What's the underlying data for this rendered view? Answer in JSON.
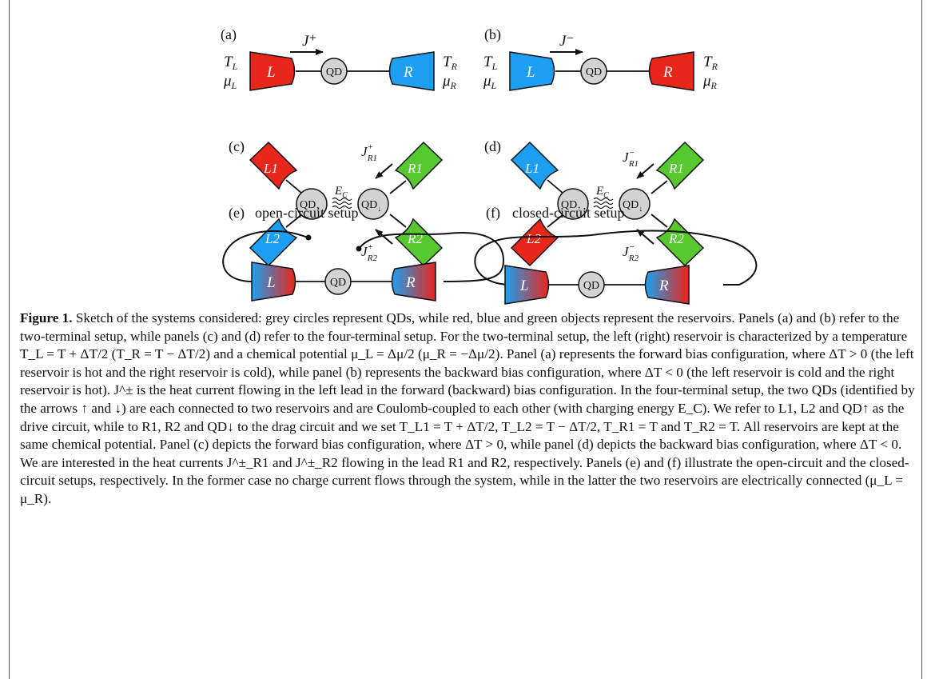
{
  "figure": {
    "panels": {
      "a": {
        "label": "(a)",
        "current": "J⁺",
        "left_T": "T",
        "left_T_sub": "L",
        "left_mu": "μ",
        "left_mu_sub": "L",
        "right_T": "T",
        "right_T_sub": "R",
        "right_mu": "μ",
        "right_mu_sub": "R",
        "left_res": "L",
        "right_res": "R",
        "dot": "QD"
      },
      "b": {
        "label": "(b)",
        "current": "J⁻",
        "left_T": "T",
        "left_T_sub": "L",
        "left_mu": "μ",
        "left_mu_sub": "L",
        "right_T": "T",
        "right_T_sub": "R",
        "right_mu": "μ",
        "right_mu_sub": "R",
        "left_res": "L",
        "right_res": "R",
        "dot": "QD"
      },
      "c": {
        "label": "(c)",
        "res_l1": "L1",
        "res_l2": "L2",
        "res_r1": "R1",
        "res_r2": "R2",
        "dot_up": "QD",
        "dot_up_sub": "↑",
        "dot_down": "QD",
        "dot_down_sub": "↓",
        "coupling": "E",
        "coupling_sub": "C",
        "j_top": "J",
        "j_top_sup": "+",
        "j_top_sub": "R1",
        "j_bottom": "J",
        "j_bottom_sup": "+",
        "j_bottom_sub": "R2"
      },
      "d": {
        "label": "(d)",
        "res_l1": "L1",
        "res_l2": "L2",
        "res_r1": "R1",
        "res_r2": "R2",
        "dot_up": "QD",
        "dot_up_sub": "↑",
        "dot_down": "QD",
        "dot_down_sub": "↓",
        "coupling": "E",
        "coupling_sub": "C",
        "j_top": "J",
        "j_top_sup": "−",
        "j_top_sub": "R1",
        "j_bottom": "J",
        "j_bottom_sup": "−",
        "j_bottom_sub": "R2"
      },
      "e": {
        "label": "(e)",
        "title": "open-circuit setup",
        "left_res": "L",
        "right_res": "R",
        "dot": "QD"
      },
      "f": {
        "label": "(f)",
        "title": "closed-circuit setup",
        "left_res": "L",
        "right_res": "R",
        "dot": "QD"
      }
    },
    "colors": {
      "hot": "#e8261a",
      "cold": "#1c9ff0",
      "neutral": "#55c92e",
      "dot": "#d3d3d3"
    }
  },
  "caption": {
    "head": "Figure 1.",
    "text": "Sketch of the systems considered: grey circles represent QDs, while red, blue and green objects represent the reservoirs. Panels (a) and (b) refer to the two-terminal setup, while panels (c) and (d) refer to the four-terminal setup. For the two-terminal setup, the left (right) reservoir is characterized by a temperature T_L = T + ΔT/2 (T_R = T − ΔT/2) and a chemical potential μ_L = Δμ/2 (μ_R = −Δμ/2). Panel (a) represents the forward bias configuration, where ΔT > 0 (the left reservoir is hot and the right reservoir is cold), while panel (b) represents the backward bias configuration, where ΔT < 0 (the left reservoir is cold and the right reservoir is hot). J^± is the heat current flowing in the left lead in the forward (backward) bias configuration. In the four-terminal setup, the two QDs (identified by the arrows ↑ and ↓) are each connected to two reservoirs and are Coulomb-coupled to each other (with charging energy E_C). We refer to L1, L2 and QD↑ as the drive circuit, while to R1, R2 and QD↓ to the drag circuit and we set T_L1 = T + ΔT/2, T_L2 = T − ΔT/2, T_R1 = T and T_R2 = T. All reservoirs are kept at the same chemical potential. Panel (c) depicts the forward bias configuration, where ΔT > 0, while panel (d) depicts the backward bias configuration, where ΔT < 0. We are interested in the heat currents J^±_R1 and J^±_R2 flowing in the lead R1 and R2, respectively. Panels (e) and (f) illustrate the open-circuit and the closed-circuit setups, respectively. In the former case no charge current flows through the system, while in the latter the two reservoirs are electrically connected (μ_L = μ_R)."
  }
}
